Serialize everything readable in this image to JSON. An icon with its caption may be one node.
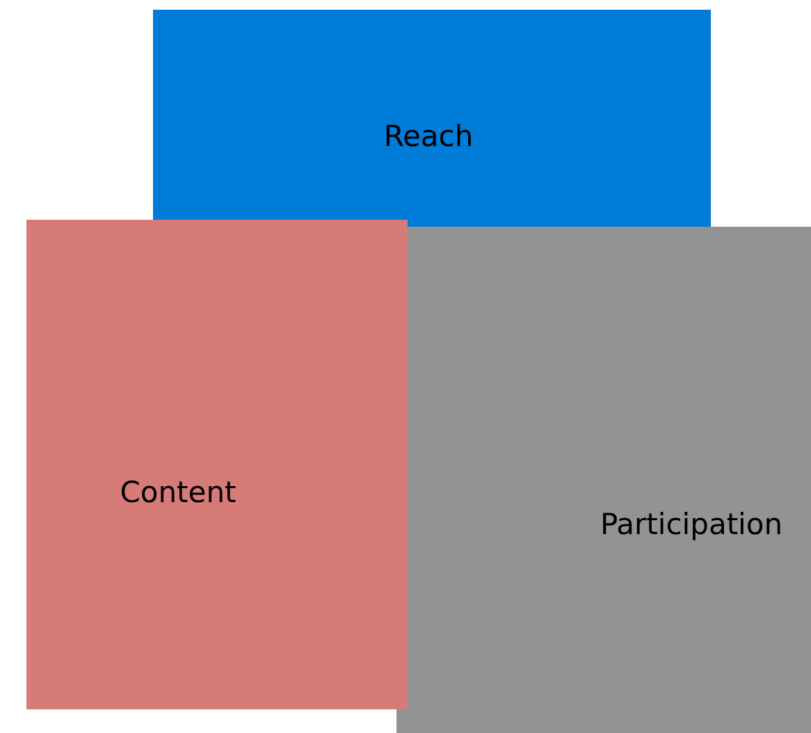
{
  "diagram": {
    "nodes": [
      {
        "text": [
          "Reach"
        ]
      },
      {
        "text": [
          "Participation"
        ]
      },
      {
        "text": [
          "Content"
        ]
      }
    ]
  }
}
